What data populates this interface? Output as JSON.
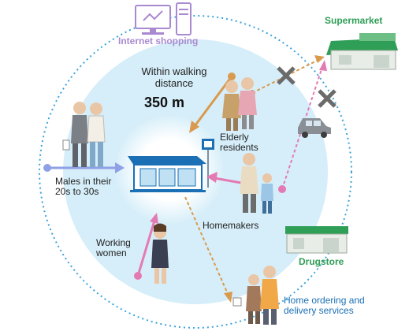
{
  "labels": {
    "internet_shopping": "Internet shopping",
    "walking_line1": "Within walking",
    "walking_line2": "distance",
    "distance_value": "350 m",
    "elderly_line1": "Elderly",
    "elderly_line2": "residents",
    "males_line1": "Males in their",
    "males_line2": "20s to 30s",
    "homemakers": "Homemakers",
    "working_line1": "Working",
    "working_line2": "women",
    "supermarket": "Supermarket",
    "drugstore": "Drugstore",
    "home_ordering_line1": "Home ordering and",
    "home_ordering_line2": "delivery services"
  },
  "icons": {
    "computer": "computer-icon",
    "store": "convenience-store-icon",
    "sign": "store-sign-icon",
    "supermarket": "supermarket-building-icon",
    "drugstore": "drugstore-building-icon",
    "car": "car-icon",
    "blocked": "x-mark-icon"
  },
  "colors": {
    "outer_circle": "#d6eef9",
    "inner_circle": "#ffffff",
    "dotted_ring": "#3aa3dc",
    "purple_accent": "#a98ad0",
    "green_accent": "#2f9e57",
    "blue_accent": "#1a6fb5",
    "orange_arrow": "#d99a4e",
    "pink_arrow": "#e47ab3",
    "lilac_arrow": "#8ea0e6"
  }
}
